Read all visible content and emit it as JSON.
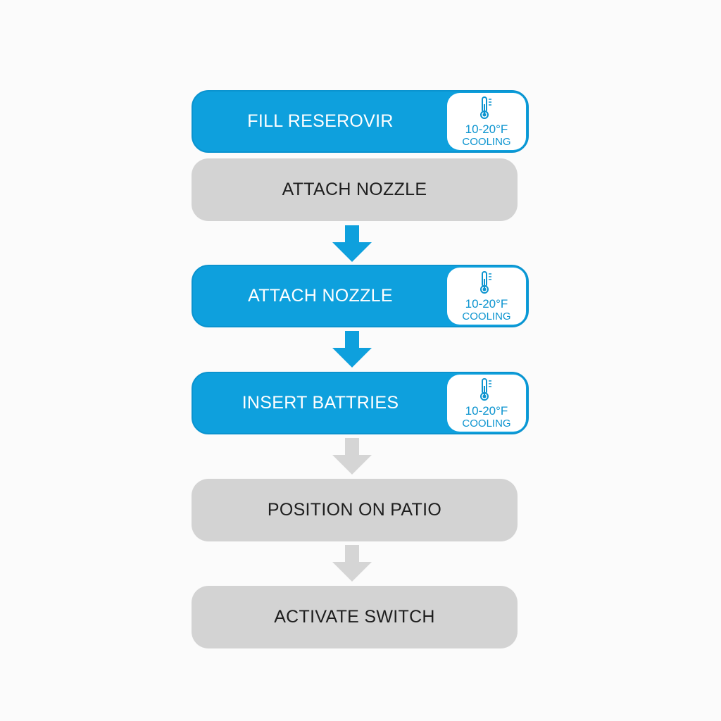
{
  "colors": {
    "active": "#0ea0dd",
    "active_text": "#ffffff",
    "inactive": "#d3d3d3",
    "inactive_text": "#1e1e1e",
    "arrow_active": "#0ea0dd",
    "arrow_inactive": "#d5d5d5",
    "badge_text": "#0a93cf"
  },
  "steps": [
    {
      "label": "FILL RESEROVIR",
      "state": "active",
      "badge": {
        "icon": "thermometer-icon",
        "temp": "10-20°F",
        "unit": "COOLING"
      }
    },
    {
      "label": "ATTACH NOZZLE",
      "state": "inactive"
    },
    {
      "label": "ATTACH NOZZLE",
      "state": "active",
      "badge": {
        "icon": "thermometer-icon",
        "temp": "10-20°F",
        "unit": "COOLING"
      }
    },
    {
      "label": "INSERT BATTRIES",
      "state": "active",
      "badge": {
        "icon": "thermometer-icon",
        "temp": "10-20°F",
        "unit": "COOLING"
      }
    },
    {
      "label": "POSITION ON PATIO",
      "state": "inactive"
    },
    {
      "label": "ACTIVATE SWITCH",
      "state": "inactive"
    }
  ],
  "arrows": [
    {
      "state": "active",
      "icon": "arrow-down-icon"
    },
    {
      "state": "active",
      "icon": "arrow-down-icon"
    },
    {
      "state": "inactive",
      "icon": "arrow-down-icon"
    },
    {
      "state": "inactive",
      "icon": "arrow-down-icon"
    }
  ]
}
